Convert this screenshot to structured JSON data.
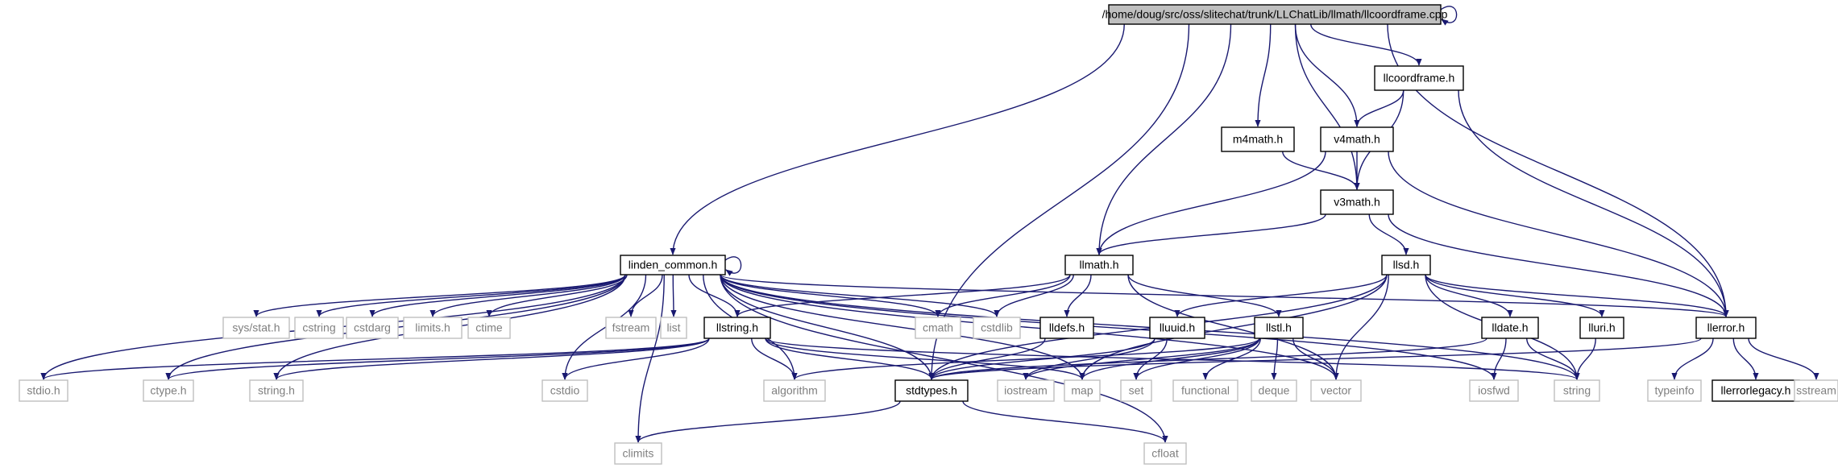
{
  "diagram": {
    "colors": {
      "edge": "#191970",
      "root_fill": "#bfbfbf",
      "root_stroke": "#000000",
      "internal_stroke": "#000000",
      "external_stroke": "#bfbfbf",
      "external_text": "#7f7f7f",
      "internal_text": "#000000",
      "background": "#ffffff"
    },
    "nodes": [
      {
        "id": "root",
        "label": "/home/doug/src/oss/slitechat/trunk/LLChatLib/llmath/llcoordframe.cpp",
        "kind": "root"
      },
      {
        "id": "llcoordframe_h",
        "label": "llcoordframe.h",
        "kind": "internal"
      },
      {
        "id": "m4math_h",
        "label": "m4math.h",
        "kind": "internal"
      },
      {
        "id": "v4math_h",
        "label": "v4math.h",
        "kind": "internal"
      },
      {
        "id": "v3math_h",
        "label": "v3math.h",
        "kind": "internal"
      },
      {
        "id": "linden_common_h",
        "label": "linden_common.h",
        "kind": "internal"
      },
      {
        "id": "llmath_h",
        "label": "llmath.h",
        "kind": "internal"
      },
      {
        "id": "llsd_h",
        "label": "llsd.h",
        "kind": "internal"
      },
      {
        "id": "llerror_h",
        "label": "llerror.h",
        "kind": "internal"
      },
      {
        "id": "sys_stat_h",
        "label": "sys/stat.h",
        "kind": "external"
      },
      {
        "id": "cstring",
        "label": "cstring",
        "kind": "external"
      },
      {
        "id": "cstdarg",
        "label": "cstdarg",
        "kind": "external"
      },
      {
        "id": "limits_h",
        "label": "limits.h",
        "kind": "external"
      },
      {
        "id": "ctime",
        "label": "ctime",
        "kind": "external"
      },
      {
        "id": "fstream",
        "label": "fstream",
        "kind": "external"
      },
      {
        "id": "list",
        "label": "list",
        "kind": "external"
      },
      {
        "id": "llstring_h",
        "label": "llstring.h",
        "kind": "internal"
      },
      {
        "id": "cmath",
        "label": "cmath",
        "kind": "external"
      },
      {
        "id": "cstdlib",
        "label": "cstdlib",
        "kind": "external"
      },
      {
        "id": "lldefs_h",
        "label": "lldefs.h",
        "kind": "internal"
      },
      {
        "id": "lluuid_h",
        "label": "lluuid.h",
        "kind": "internal"
      },
      {
        "id": "llstl_h",
        "label": "llstl.h",
        "kind": "internal"
      },
      {
        "id": "lldate_h",
        "label": "lldate.h",
        "kind": "internal"
      },
      {
        "id": "lluri_h",
        "label": "lluri.h",
        "kind": "internal"
      },
      {
        "id": "stdio_h",
        "label": "stdio.h",
        "kind": "external"
      },
      {
        "id": "ctype_h",
        "label": "ctype.h",
        "kind": "external"
      },
      {
        "id": "string_h",
        "label": "string.h",
        "kind": "external"
      },
      {
        "id": "cstdio",
        "label": "cstdio",
        "kind": "external"
      },
      {
        "id": "algorithm",
        "label": "algorithm",
        "kind": "external"
      },
      {
        "id": "stdtypes_h",
        "label": "stdtypes.h",
        "kind": "internal"
      },
      {
        "id": "iostream",
        "label": "iostream",
        "kind": "external"
      },
      {
        "id": "map",
        "label": "map",
        "kind": "external"
      },
      {
        "id": "set",
        "label": "set",
        "kind": "external"
      },
      {
        "id": "functional",
        "label": "functional",
        "kind": "external"
      },
      {
        "id": "deque",
        "label": "deque",
        "kind": "external"
      },
      {
        "id": "vector",
        "label": "vector",
        "kind": "external"
      },
      {
        "id": "iosfwd",
        "label": "iosfwd",
        "kind": "external"
      },
      {
        "id": "string",
        "label": "string",
        "kind": "external"
      },
      {
        "id": "typeinfo",
        "label": "typeinfo",
        "kind": "external"
      },
      {
        "id": "llerrorlegacy_h",
        "label": "llerrorlegacy.h",
        "kind": "internal"
      },
      {
        "id": "sstream",
        "label": "sstream",
        "kind": "external"
      },
      {
        "id": "climits",
        "label": "climits",
        "kind": "external"
      },
      {
        "id": "cfloat",
        "label": "cfloat",
        "kind": "external"
      }
    ],
    "edges": [
      [
        "root",
        "root"
      ],
      [
        "root",
        "llcoordframe_h"
      ],
      [
        "root",
        "m4math_h"
      ],
      [
        "root",
        "v4math_h"
      ],
      [
        "root",
        "v3math_h"
      ],
      [
        "root",
        "linden_common_h"
      ],
      [
        "root",
        "llmath_h"
      ],
      [
        "root",
        "llerror_h"
      ],
      [
        "root",
        "stdtypes_h"
      ],
      [
        "llcoordframe_h",
        "v4math_h"
      ],
      [
        "llcoordframe_h",
        "v3math_h"
      ],
      [
        "llcoordframe_h",
        "llerror_h"
      ],
      [
        "m4math_h",
        "v3math_h"
      ],
      [
        "v4math_h",
        "v3math_h"
      ],
      [
        "v4math_h",
        "llmath_h"
      ],
      [
        "v4math_h",
        "llerror_h"
      ],
      [
        "v3math_h",
        "llmath_h"
      ],
      [
        "v3math_h",
        "llsd_h"
      ],
      [
        "v3math_h",
        "llerror_h"
      ],
      [
        "linden_common_h",
        "linden_common_h"
      ],
      [
        "linden_common_h",
        "stdio_h"
      ],
      [
        "linden_common_h",
        "ctype_h"
      ],
      [
        "linden_common_h",
        "string_h"
      ],
      [
        "linden_common_h",
        "cstdio"
      ],
      [
        "linden_common_h",
        "sys_stat_h"
      ],
      [
        "linden_common_h",
        "cstring"
      ],
      [
        "linden_common_h",
        "cstdarg"
      ],
      [
        "linden_common_h",
        "limits_h"
      ],
      [
        "linden_common_h",
        "ctime"
      ],
      [
        "linden_common_h",
        "fstream"
      ],
      [
        "linden_common_h",
        "list"
      ],
      [
        "linden_common_h",
        "llstring_h"
      ],
      [
        "linden_common_h",
        "algorithm"
      ],
      [
        "linden_common_h",
        "stdtypes_h"
      ],
      [
        "linden_common_h",
        "map"
      ],
      [
        "linden_common_h",
        "cmath"
      ],
      [
        "linden_common_h",
        "cstdlib"
      ],
      [
        "linden_common_h",
        "vector"
      ],
      [
        "linden_common_h",
        "iosfwd"
      ],
      [
        "linden_common_h",
        "string"
      ],
      [
        "linden_common_h",
        "llerror_h"
      ],
      [
        "linden_common_h",
        "climits"
      ],
      [
        "linden_common_h",
        "cfloat"
      ],
      [
        "llmath_h",
        "cmath"
      ],
      [
        "llmath_h",
        "cstdlib"
      ],
      [
        "llmath_h",
        "lldefs_h"
      ],
      [
        "llmath_h",
        "llstl_h"
      ],
      [
        "llmath_h",
        "llstring_h"
      ],
      [
        "llmath_h",
        "vector"
      ],
      [
        "llsd_h",
        "lluuid_h"
      ],
      [
        "llsd_h",
        "lldate_h"
      ],
      [
        "llsd_h",
        "lluri_h"
      ],
      [
        "llsd_h",
        "map"
      ],
      [
        "llsd_h",
        "string"
      ],
      [
        "llsd_h",
        "vector"
      ],
      [
        "llsd_h",
        "stdtypes_h"
      ],
      [
        "llsd_h",
        "llerror_h"
      ],
      [
        "llstring_h",
        "stdio_h"
      ],
      [
        "llstring_h",
        "ctype_h"
      ],
      [
        "llstring_h",
        "string_h"
      ],
      [
        "llstring_h",
        "cstdio"
      ],
      [
        "llstring_h",
        "algorithm"
      ],
      [
        "llstring_h",
        "stdtypes_h"
      ],
      [
        "llstring_h",
        "map"
      ],
      [
        "llstring_h",
        "string"
      ],
      [
        "lldefs_h",
        "stdtypes_h"
      ],
      [
        "lluuid_h",
        "iostream"
      ],
      [
        "lluuid_h",
        "set"
      ],
      [
        "lluuid_h",
        "stdtypes_h"
      ],
      [
        "llstl_h",
        "map"
      ],
      [
        "llstl_h",
        "set"
      ],
      [
        "llstl_h",
        "functional"
      ],
      [
        "llstl_h",
        "deque"
      ],
      [
        "llstl_h",
        "vector"
      ],
      [
        "llstl_h",
        "algorithm"
      ],
      [
        "llstl_h",
        "iostream"
      ],
      [
        "lldate_h",
        "iosfwd"
      ],
      [
        "lldate_h",
        "string"
      ],
      [
        "lldate_h",
        "stdtypes_h"
      ],
      [
        "lluri_h",
        "string"
      ],
      [
        "llerror_h",
        "sstream"
      ],
      [
        "llerror_h",
        "typeinfo"
      ],
      [
        "llerror_h",
        "llerrorlegacy_h"
      ],
      [
        "llerror_h",
        "stdtypes_h"
      ],
      [
        "stdtypes_h",
        "climits"
      ],
      [
        "stdtypes_h",
        "cfloat"
      ]
    ]
  }
}
